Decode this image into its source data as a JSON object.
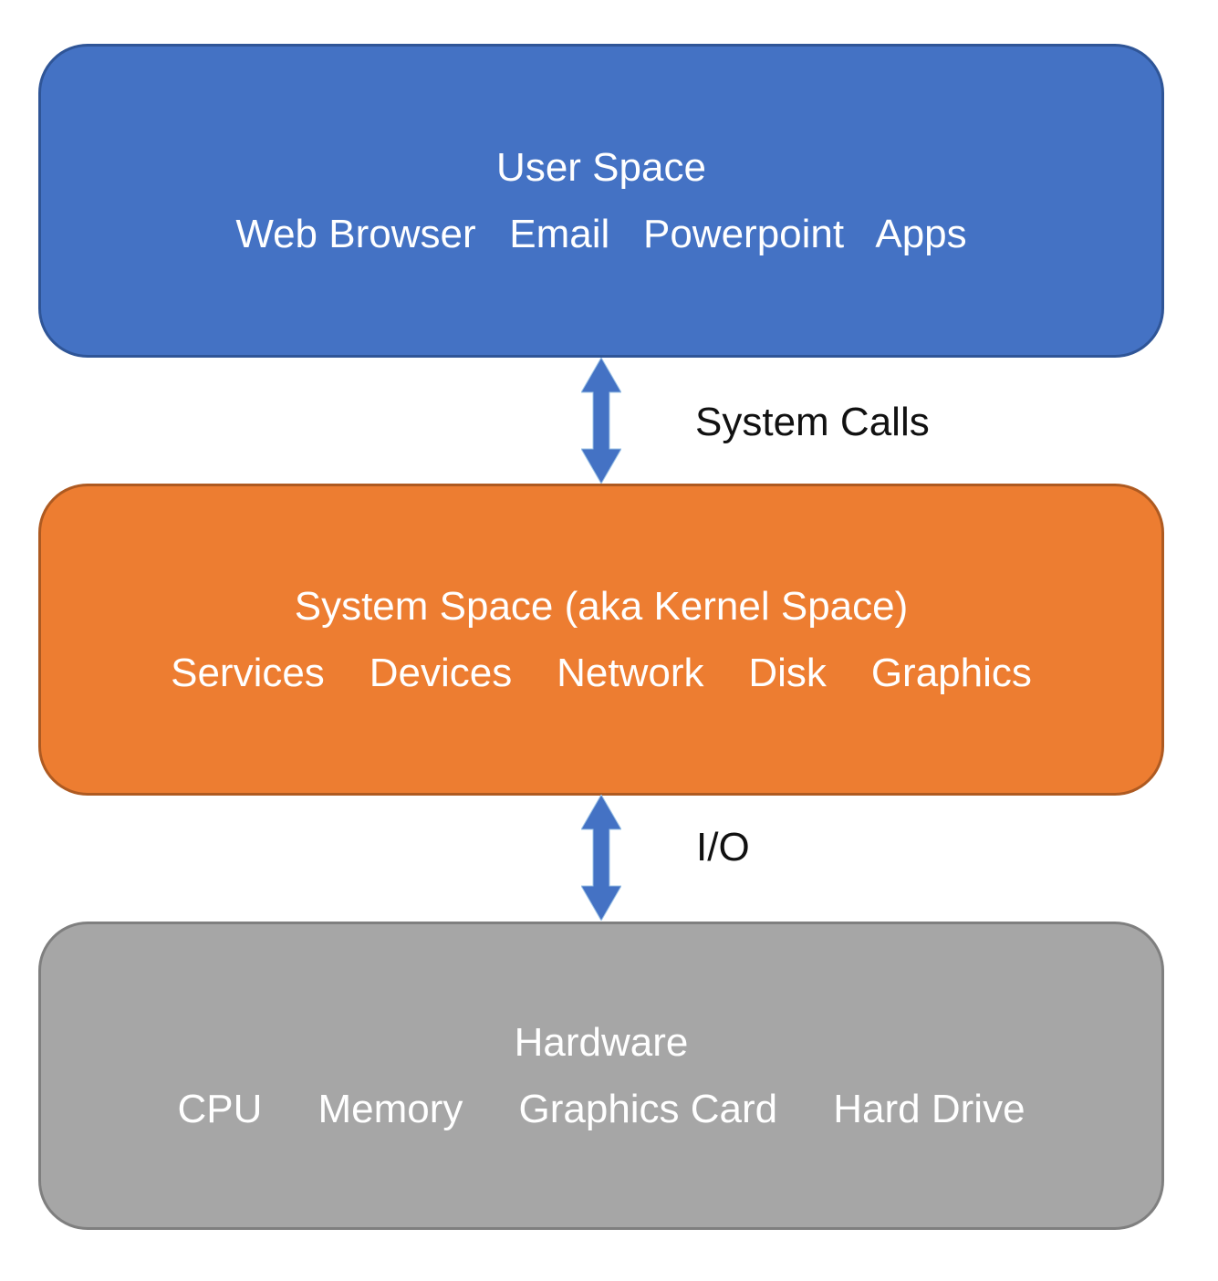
{
  "diagram": {
    "layers": [
      {
        "id": "user-space",
        "title": "User Space",
        "items": [
          "Web Browser",
          "Email",
          "Powerpoint",
          "Apps"
        ],
        "fill": "#4472C4",
        "border": "#2F5597"
      },
      {
        "id": "system-space",
        "title": "System Space (aka Kernel Space)",
        "items": [
          "Services",
          "Devices",
          "Network",
          "Disk",
          "Graphics"
        ],
        "fill": "#ED7D31",
        "border": "#AE5A21"
      },
      {
        "id": "hardware",
        "title": "Hardware",
        "items": [
          "CPU",
          "Memory",
          "Graphics Card",
          "Hard Drive"
        ],
        "fill": "#A6A6A6",
        "border": "#7F7F7F"
      }
    ],
    "connectors": [
      {
        "id": "system-calls",
        "label": "System Calls",
        "arrow_color": "#4472C4"
      },
      {
        "id": "io",
        "label": "I/O",
        "arrow_color": "#4472C4"
      }
    ],
    "text_color_in_boxes": "#FFFFFF",
    "label_text_color": "#111111",
    "background": "#FFFFFF"
  }
}
